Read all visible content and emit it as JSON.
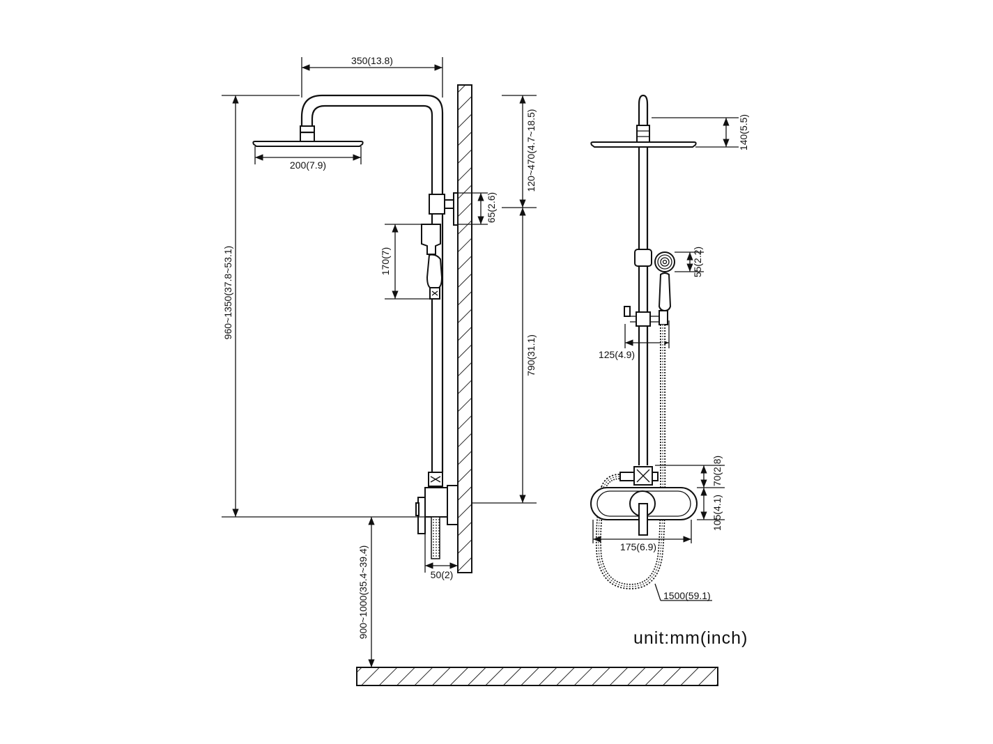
{
  "dimensions": {
    "arm_length": "350(13.8)",
    "head_diameter": "200(7.9)",
    "total_height": "960~1350(37.8~53.1)",
    "riser_adjust": "120~470(4.7~18.5)",
    "bracket_height": "65(2.6)",
    "holder_height": "170(7)",
    "rail_height": "790(31.1)",
    "install_height": "900~1000(35.4~39.4)",
    "wall_offset": "50(2)",
    "head_thickness": "140(5.5)",
    "hand_diameter": "55(2.2)",
    "diverter_spacing": "125(4.9)",
    "valve_upper": "70(2.8)",
    "valve_lower": "105(4.1)",
    "valve_width": "175(6.9)",
    "hose_length": "1500(59.1)"
  },
  "unit_label": "unit:mm(inch)",
  "colors": {
    "line": "#111111",
    "background": "#ffffff"
  }
}
